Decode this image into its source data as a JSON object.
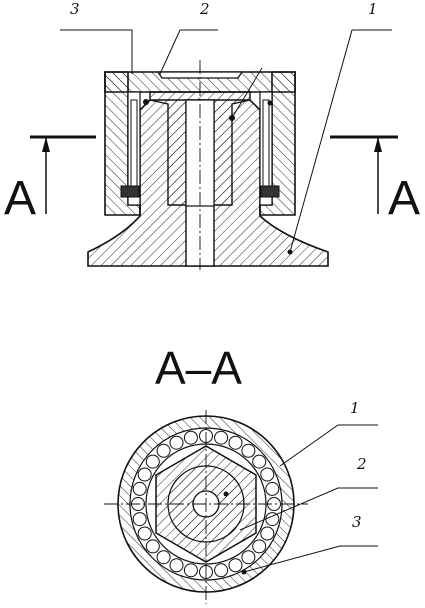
{
  "callouts": {
    "c3": "3",
    "c2": "2",
    "c1": "1",
    "s1": "1",
    "s2": "2",
    "s3": "3"
  },
  "section": {
    "left_mark": "A",
    "right_mark": "A",
    "title": "A–A"
  },
  "colors": {
    "line": "#111111",
    "background": "#ffffff"
  }
}
